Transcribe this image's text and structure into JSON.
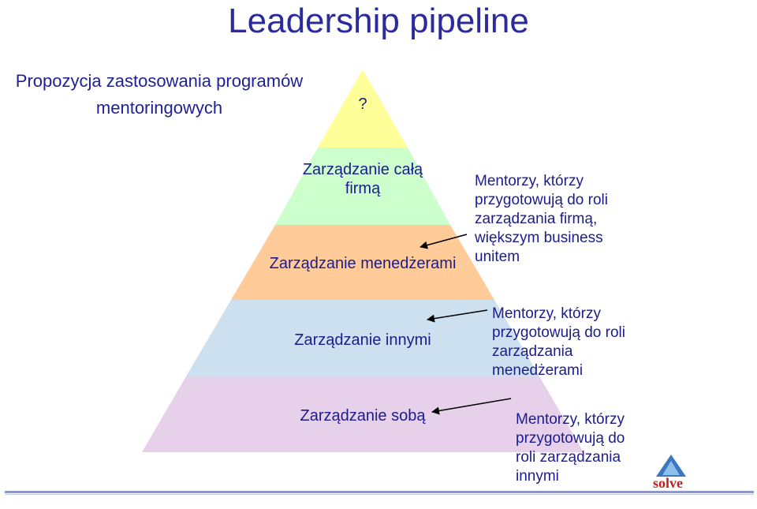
{
  "title": "Leadership pipeline",
  "subtitle": "Propozycja zastosowania programów mentoringowych",
  "pyramid": {
    "levels": [
      {
        "label": "?",
        "color": "#ffff99"
      },
      {
        "label": "Zarządzanie całą firmą",
        "color": "#ccffcc"
      },
      {
        "label": "Zarządzanie menedżerami",
        "color": "#ffcc99"
      },
      {
        "label": "Zarządzanie innymi",
        "color": "#cce0f0"
      },
      {
        "label": "Zarządzanie sobą",
        "color": "#e6d0ea"
      }
    ]
  },
  "annotations": [
    {
      "text": "Mentorzy, którzy przygotowują do roli zarządzania firmą, większym business unitem"
    },
    {
      "text": "Mentorzy, którzy przygotowują do roli zarządzania menedżerami"
    },
    {
      "text": "Mentorzy, którzy przygotowują do roli zarządzania innymi"
    }
  ],
  "logo": {
    "text": "solve"
  }
}
